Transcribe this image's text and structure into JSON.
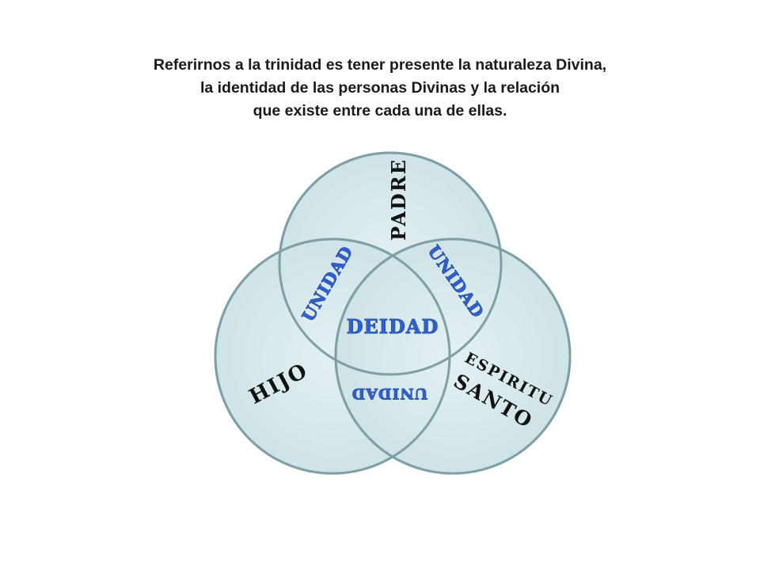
{
  "caption": {
    "line1": "Referirnos a la trinidad es tener presente la naturaleza Divina,",
    "line2": "la identidad de las personas Divinas y la relación",
    "line3": "que existe entre cada una de ellas."
  },
  "diagram": {
    "circle_fill": "#c9e2e6",
    "circle_stroke": "#7f9fa6",
    "labels": {
      "padre": "PADRE",
      "hijo": "HIJO",
      "espiritu": "ESPIRITU",
      "santo": "SANTO",
      "unidad_left": "UNIDAD",
      "unidad_right": "UNIDAD",
      "unidad_bottom": "UNIDAD",
      "deidad": "DEIDAD"
    }
  }
}
